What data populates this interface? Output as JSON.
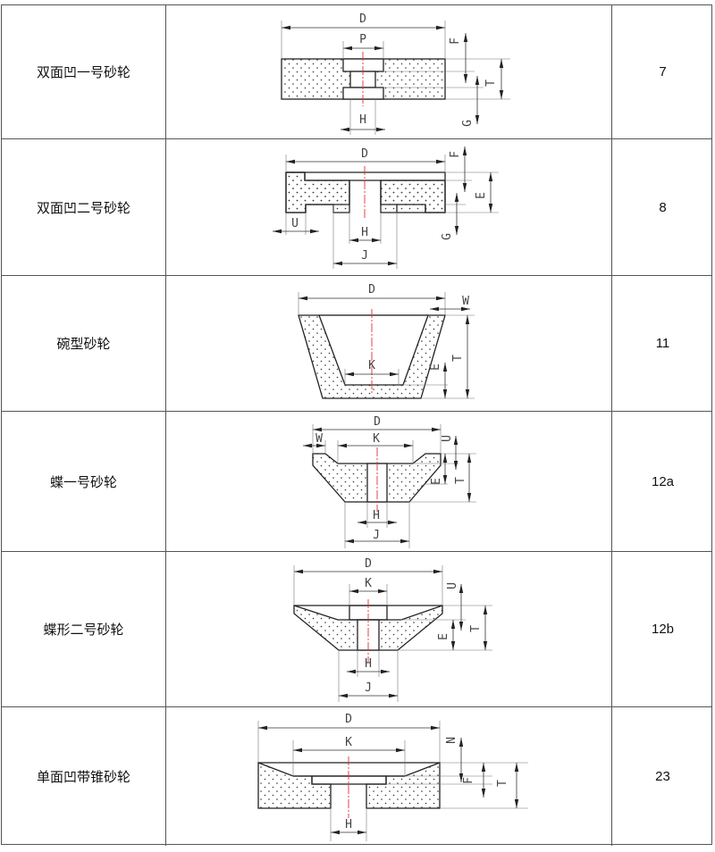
{
  "rows": [
    {
      "name": "双面凹一号砂轮",
      "code": "7",
      "dims": {
        "D": "D",
        "P": "P",
        "H": "H",
        "F": "F",
        "T": "T",
        "G": "G"
      }
    },
    {
      "name": "双面凹二号砂轮",
      "code": "8",
      "dims": {
        "D": "D",
        "U": "U",
        "H": "H",
        "J": "J",
        "F": "F",
        "E": "E",
        "G": "G"
      }
    },
    {
      "name": "碗型砂轮",
      "code": "11",
      "dims": {
        "D": "D",
        "W": "W",
        "K": "K",
        "E": "E",
        "T": "T"
      }
    },
    {
      "name": "蝶一号砂轮",
      "code": "12a",
      "dims": {
        "D": "D",
        "W": "W",
        "K": "K",
        "H": "H",
        "J": "J",
        "U": "U",
        "E": "E",
        "T": "T"
      }
    },
    {
      "name": "蝶形二号砂轮",
      "code": "12b",
      "dims": {
        "D": "D",
        "K": "K",
        "H": "H",
        "J": "J",
        "U": "U",
        "E": "E",
        "T": "T"
      }
    },
    {
      "name": "单面凹带锥砂轮",
      "code": "23",
      "dims": {
        "D": "D",
        "K": "K",
        "H": "H",
        "N": "N",
        "F": "F",
        "T": "T"
      }
    }
  ]
}
